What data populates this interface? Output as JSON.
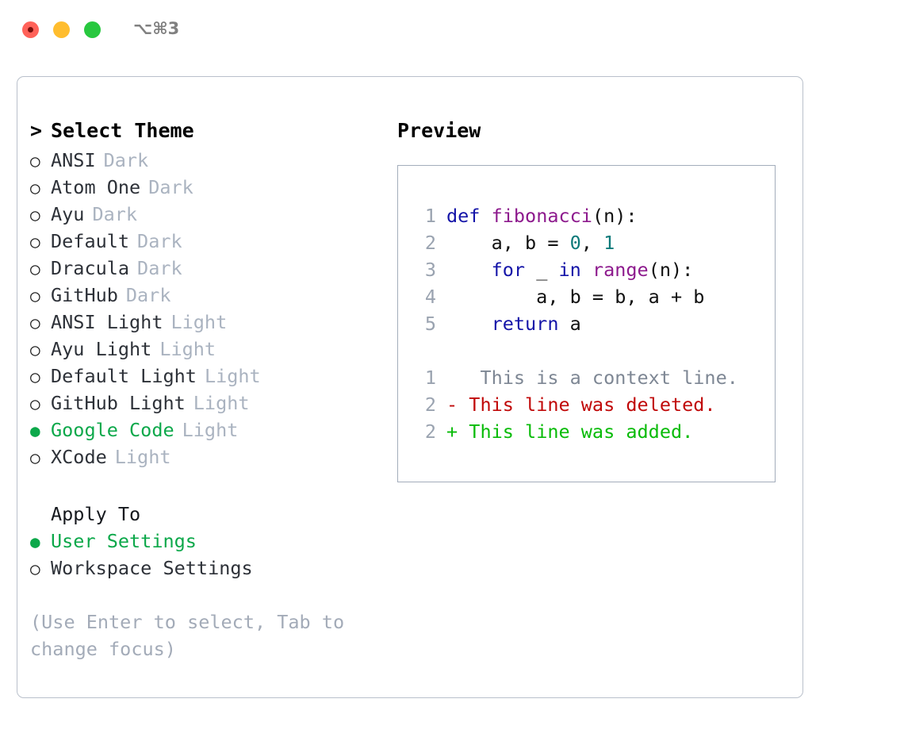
{
  "window": {
    "shortcut": "⌥⌘3",
    "traffic_lights": {
      "close": "close-dot",
      "minimize": "minimize-dot",
      "maximize": "maximize-dot"
    },
    "colors": {
      "close": "#ff6259",
      "minimize": "#ffbd2e",
      "maximize": "#28c83f",
      "accent_green": "#0ca84a",
      "muted": "#aab3c0",
      "panel_border": "#b9c0cb"
    }
  },
  "theme_list": {
    "header": "Select Theme",
    "caret": ">",
    "bullet_unselected": "○",
    "bullet_selected": "●",
    "items": [
      {
        "label": "ANSI",
        "category": "Dark",
        "selected": false
      },
      {
        "label": "Atom One",
        "category": "Dark",
        "selected": false
      },
      {
        "label": "Ayu",
        "category": "Dark",
        "selected": false
      },
      {
        "label": "Default",
        "category": "Dark",
        "selected": false
      },
      {
        "label": "Dracula",
        "category": "Dark",
        "selected": false
      },
      {
        "label": "GitHub",
        "category": "Dark",
        "selected": false
      },
      {
        "label": "ANSI Light",
        "category": "Light",
        "selected": false
      },
      {
        "label": "Ayu Light",
        "category": "Light",
        "selected": false
      },
      {
        "label": "Default Light",
        "category": "Light",
        "selected": false
      },
      {
        "label": "GitHub Light",
        "category": "Light",
        "selected": false
      },
      {
        "label": "Google Code",
        "category": "Light",
        "selected": true
      },
      {
        "label": "XCode",
        "category": "Light",
        "selected": false
      }
    ]
  },
  "apply_to": {
    "header": "Apply To",
    "items": [
      {
        "label": "User Settings",
        "selected": true
      },
      {
        "label": "Workspace Settings",
        "selected": false
      }
    ]
  },
  "hint": "(Use Enter to select, Tab to change focus)",
  "preview": {
    "title": "Preview",
    "code_lines": [
      {
        "no": "1",
        "tokens": [
          {
            "t": "def",
            "k": "kw"
          },
          {
            "t": " ",
            "k": "pl"
          },
          {
            "t": "fibonacci",
            "k": "fn"
          },
          {
            "t": "(n):",
            "k": "pl"
          }
        ]
      },
      {
        "no": "2",
        "tokens": [
          {
            "t": "    a, b = ",
            "k": "pl"
          },
          {
            "t": "0",
            "k": "num"
          },
          {
            "t": ", ",
            "k": "pl"
          },
          {
            "t": "1",
            "k": "num"
          }
        ]
      },
      {
        "no": "3",
        "tokens": [
          {
            "t": "    ",
            "k": "pl"
          },
          {
            "t": "for",
            "k": "kw"
          },
          {
            "t": " _ ",
            "k": "pl"
          },
          {
            "t": "in",
            "k": "kw"
          },
          {
            "t": " ",
            "k": "pl"
          },
          {
            "t": "range",
            "k": "fn"
          },
          {
            "t": "(n):",
            "k": "pl"
          }
        ]
      },
      {
        "no": "4",
        "tokens": [
          {
            "t": "        a, b = b, a + b",
            "k": "pl"
          }
        ]
      },
      {
        "no": "5",
        "tokens": [
          {
            "t": "    ",
            "k": "pl"
          },
          {
            "t": "return",
            "k": "kw"
          },
          {
            "t": " a",
            "k": "pl"
          }
        ]
      }
    ],
    "diff_lines": [
      {
        "no": "1",
        "marker": " ",
        "text": "  This is a context line.",
        "kind": "ctx"
      },
      {
        "no": "2",
        "marker": "-",
        "text": " This line was deleted.",
        "kind": "del"
      },
      {
        "no": "2",
        "marker": "+",
        "text": " This line was added.",
        "kind": "add"
      }
    ]
  }
}
